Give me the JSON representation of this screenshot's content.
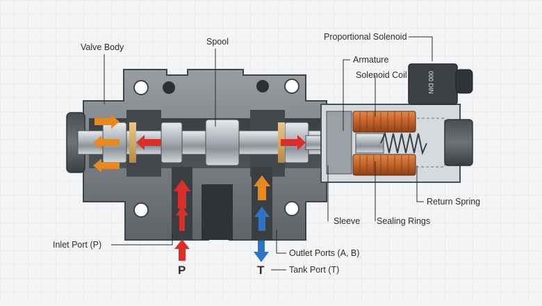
{
  "labels": {
    "valve_body": "Valve Body",
    "spool": "Spool",
    "proportional_solenoid": "Proportional Solenoid",
    "armature": "Armature",
    "solenoid_coil": "Solenoid Coil",
    "return_spring": "Return Spring",
    "sleeve": "Sleeve",
    "sealing_rings": "Sealing Rings",
    "inlet_port": "Inlet Port (P)",
    "outlet_ports": "Outlet Ports (A, B)",
    "tank_port": "Tank Port (T)",
    "port_p": "P",
    "port_t": "T",
    "solenoid_plate": "000 DIN"
  },
  "colors": {
    "pressure_flow": "#d9302c",
    "outlet_flow": "#e8891d",
    "tank_flow": "#2f73c4",
    "coil": "#c8652a",
    "body": "#7e8389"
  }
}
